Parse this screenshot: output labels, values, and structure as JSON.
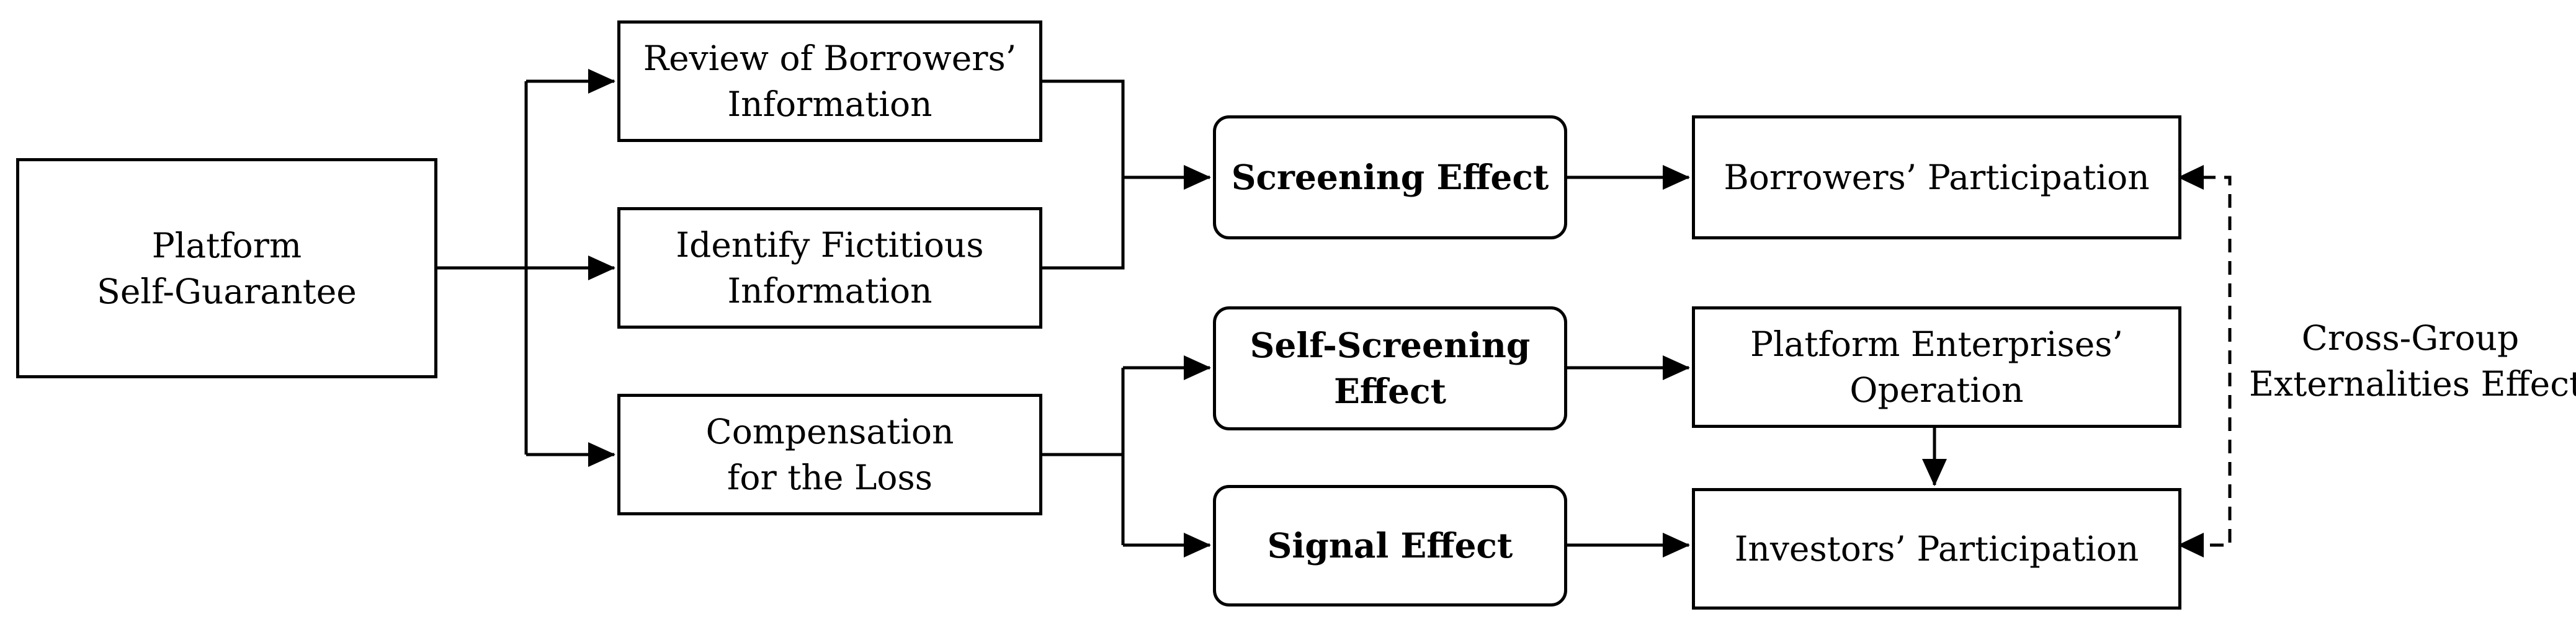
{
  "nodes": {
    "platform": [
      "Platform",
      "Self-Guarantee"
    ],
    "review": [
      "Review of Borrowers’",
      "Information"
    ],
    "identify": [
      "Identify Fictitious",
      "Information"
    ],
    "compensation": [
      "Compensation",
      "for the Loss"
    ],
    "screening": [
      "Screening Effect"
    ],
    "self_screening": [
      "Self-Screening",
      "Effect"
    ],
    "signal": [
      "Signal Effect"
    ],
    "borrowers": [
      "Borrowers’ Participation"
    ],
    "platform_ops": [
      "Platform Enterprises’",
      "Operation"
    ],
    "investors": [
      "Investors’ Participation"
    ]
  },
  "cross_group_label": [
    "Cross-Group",
    "Externalities Effect"
  ]
}
